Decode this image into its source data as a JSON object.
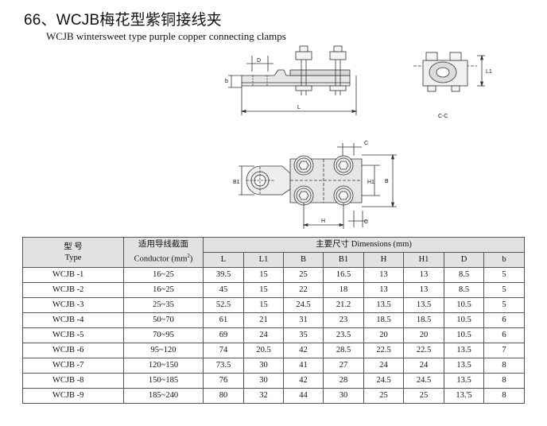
{
  "title": "66、WCJB梅花型紫铜接线夹",
  "subtitle": "WCJB wintersweet type purple copper connecting clamps",
  "drawing_labels": {
    "D": "D",
    "b": "b",
    "L": "L",
    "L1": "L1",
    "CC": "C-C",
    "C_top": "C",
    "C_bottom": "C",
    "B1": "B1",
    "H1": "H1",
    "B": "B",
    "H": "H"
  },
  "table": {
    "type_cn": "型 号",
    "type_en": "Type",
    "conductor_cn": "适用导线截面",
    "conductor_en": "Conductor (mm",
    "conductor_sup": "2",
    "conductor_close": ")",
    "dimensions": "主要尺寸 Dimensions (mm)",
    "columns": [
      "L",
      "L1",
      "B",
      "B1",
      "H",
      "H1",
      "D",
      "b"
    ],
    "rows": [
      [
        "WCJB -1",
        "16~25",
        "39.5",
        "15",
        "25",
        "16.5",
        "13",
        "13",
        "8.5",
        "5"
      ],
      [
        "WCJB -2",
        "16~25",
        "45",
        "15",
        "22",
        "18",
        "13",
        "13",
        "8.5",
        "5"
      ],
      [
        "WCJB -3",
        "25~35",
        "52.5",
        "15",
        "24.5",
        "21.2",
        "13.5",
        "13.5",
        "10.5",
        "5"
      ],
      [
        "WCJB -4",
        "50~70",
        "61",
        "21",
        "31",
        "23",
        "18.5",
        "18.5",
        "10.5",
        "6"
      ],
      [
        "WCJB -5",
        "70~95",
        "69",
        "24",
        "35",
        "23.5",
        "20",
        "20",
        "10.5",
        "6"
      ],
      [
        "WCJB -6",
        "95~120",
        "74",
        "20.5",
        "42",
        "28.5",
        "22.5",
        "22.5",
        "13.5",
        "7"
      ],
      [
        "WCJB -7",
        "120~150",
        "73.5",
        "30",
        "41",
        "27",
        "24",
        "24",
        "13.5",
        "8"
      ],
      [
        "WCJB -8",
        "150~185",
        "76",
        "30",
        "42",
        "28",
        "24.5",
        "24.5",
        "13.5",
        "8"
      ],
      [
        "WCJB -9",
        "185~240",
        "80",
        "32",
        "44",
        "30",
        "25",
        "25",
        "13.'5",
        "8"
      ]
    ]
  }
}
